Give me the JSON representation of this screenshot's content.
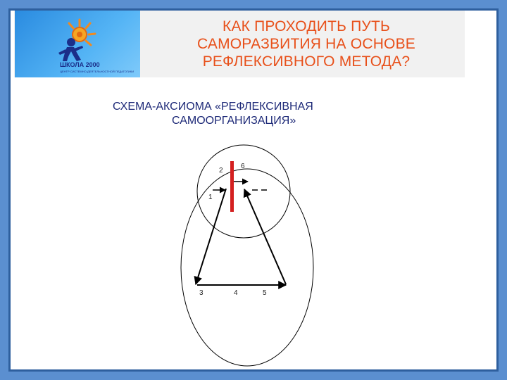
{
  "title": {
    "line1": "КАК ПРОХОДИТЬ ПУТЬ",
    "line2": "САМОРАЗВИТИЯ НА ОСНОВЕ",
    "line3": "РЕФЛЕКСИВНОГО МЕТОДА?"
  },
  "subtitle": {
    "line1": "СХЕМА-АКСИОМА «РЕФЛЕКСИВНАЯ",
    "line2": "САМООРГАНИЗАЦИЯ»"
  },
  "logo": {
    "text": "ШКОЛА 2000",
    "tagline": "ЦЕНТР СИСТЕМНО-ДЕЯТЕЛЬНОСТНОЙ ПЕДАГОГИКИ"
  },
  "diagram": {
    "labels": {
      "n1": "1",
      "n2": "2",
      "n3": "3",
      "n4": "4",
      "n5": "5",
      "n6": "6"
    }
  },
  "colors": {
    "background": "#5b8fd0",
    "frame": "#2e5f9e",
    "title": "#e8501a",
    "subtitle": "#1e2a78",
    "barrier": "#d42020"
  }
}
